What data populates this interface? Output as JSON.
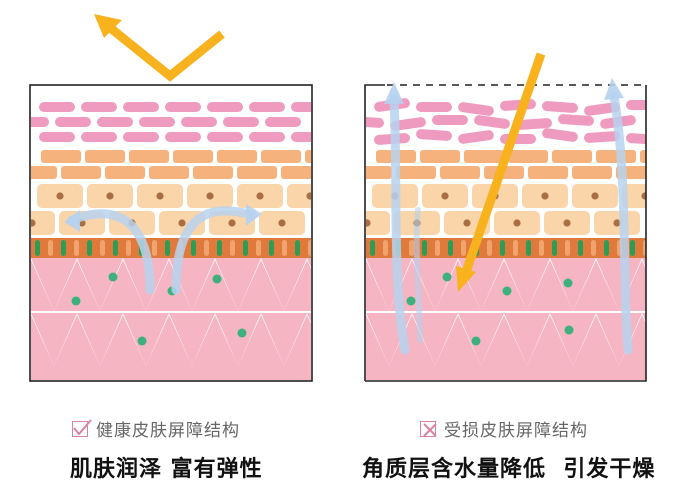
{
  "colors": {
    "frame": "#222222",
    "stratum_corneum": "#ef9bc0",
    "upper_cells": "#f5b27c",
    "lower_cells": "#fad5aa",
    "nucleus": "#a86f42",
    "basal_band": "#e07a3c",
    "basal_dot": "#2f9c55",
    "dermis_fill": "#f6b5c3",
    "dermis_dot": "#3cb07d",
    "light_arrow": "#f7b21d",
    "water_flow": "#b6d2ee"
  },
  "icons": {
    "healthy": "checkbox-checked-icon",
    "damaged": "checkbox-crossed-icon"
  },
  "healthy": {
    "caption": "健康皮肤屏障结构",
    "headline": "肌肤润泽 富有弹性"
  },
  "damaged": {
    "caption": "受损皮肤屏障结构",
    "headline": "角质层含水量降低  引发干燥"
  }
}
